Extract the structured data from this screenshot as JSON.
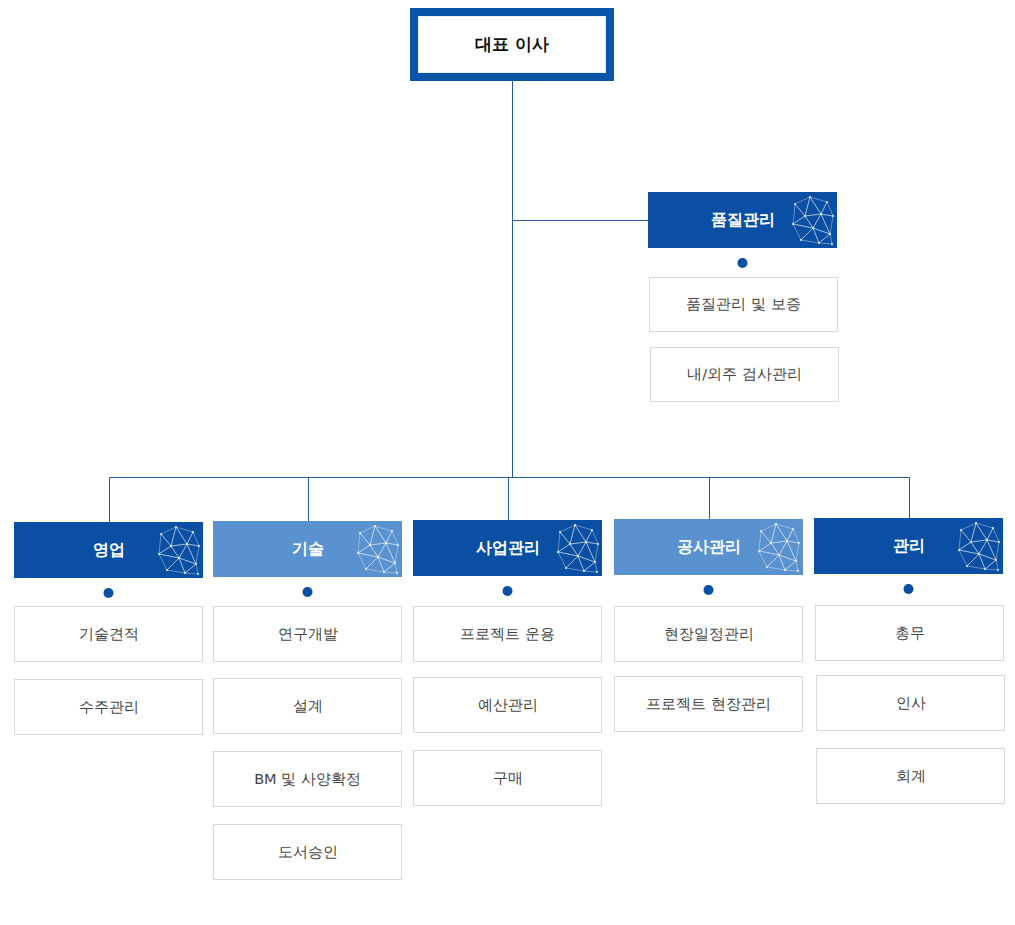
{
  "diagram": {
    "nodes": [
      {
        "text": [
          "대표 이사"
        ]
      },
      {
        "text": [
          "품질관리"
        ]
      },
      {
        "text": [
          "품질관리 및 보증"
        ]
      },
      {
        "text": [
          "내/외주 검사관리"
        ]
      },
      {
        "text": [
          "영업"
        ]
      },
      {
        "text": [
          "기술"
        ]
      },
      {
        "text": [
          "사업관리"
        ]
      },
      {
        "text": [
          "공사관리"
        ]
      },
      {
        "text": [
          "관리"
        ]
      },
      {
        "text": [
          "기술견적"
        ]
      },
      {
        "text": [
          "수주관리"
        ]
      },
      {
        "text": [
          "연구개발"
        ]
      },
      {
        "text": [
          "설계"
        ]
      },
      {
        "text": [
          "BM 및 사양확정"
        ]
      },
      {
        "text": [
          "도서승인"
        ]
      },
      {
        "text": [
          "프로젝트 운용"
        ]
      },
      {
        "text": [
          "예산관리"
        ]
      },
      {
        "text": [
          "구매"
        ]
      },
      {
        "text": [
          "현장일정관리"
        ]
      },
      {
        "text": [
          "프로젝트 현장관리"
        ]
      },
      {
        "text": [
          "총무"
        ]
      },
      {
        "text": [
          "인사"
        ]
      },
      {
        "text": [
          "회계"
        ]
      }
    ],
    "edges": [
      {
        "from": 0,
        "to": 1,
        "arrow": "none"
      },
      {
        "from": 0,
        "to": 4,
        "arrow": "none"
      },
      {
        "from": 0,
        "to": 5,
        "arrow": "none"
      },
      {
        "from": 0,
        "to": 6,
        "arrow": "none"
      },
      {
        "from": 0,
        "to": 7,
        "arrow": "none"
      },
      {
        "from": 0,
        "to": 8,
        "arrow": "none"
      }
    ]
  }
}
